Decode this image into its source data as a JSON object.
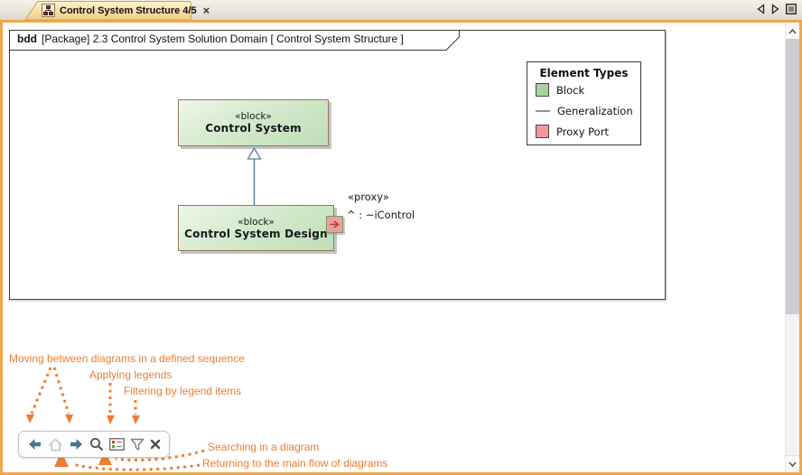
{
  "tab": {
    "title": "Control System Structure 4/5",
    "close_glyph": "×"
  },
  "tab_controls": {
    "icons": [
      "scroll-tabs-left",
      "scroll-tabs-right",
      "tab-list"
    ]
  },
  "frame": {
    "keyword": "bdd",
    "title": "[Package] 2.3 Control System Solution Domain [ Control System Structure ]"
  },
  "diagram": {
    "blocks": [
      {
        "stereotype": "«block»",
        "name": "Control System"
      },
      {
        "stereotype": "«block»",
        "name": "Control System Design"
      }
    ],
    "port": {
      "stereotype": "«proxy»",
      "label": "^ : ~iControl"
    },
    "relationship": "generalization"
  },
  "legend": {
    "title": "Element Types",
    "items": [
      {
        "label": "Block",
        "swatch": "block",
        "color": "#a9d2a2"
      },
      {
        "label": "Generalization",
        "swatch": "line",
        "color": "#8494aa"
      },
      {
        "label": "Proxy Port",
        "swatch": "port",
        "color": "#f2969b"
      }
    ]
  },
  "annotations": {
    "items": [
      "Moving between diagrams in a defined sequence",
      "Applying legends",
      "Filtering by legend items",
      "Searching in a diagram",
      "Returning to the main flow of diagrams"
    ]
  },
  "toolbar": {
    "icons": [
      "back-arrow",
      "home",
      "forward-arrow",
      "search",
      "legend",
      "filter",
      "close"
    ]
  },
  "colors": {
    "annotation_orange": "#ed7d31",
    "window_border": "#efa848",
    "block_fill": "#cde6c5",
    "block_border": "#96755d",
    "port_fill": "#f49c9c",
    "port_border": "#6f9f6d",
    "generalization": "#5b7d95"
  }
}
